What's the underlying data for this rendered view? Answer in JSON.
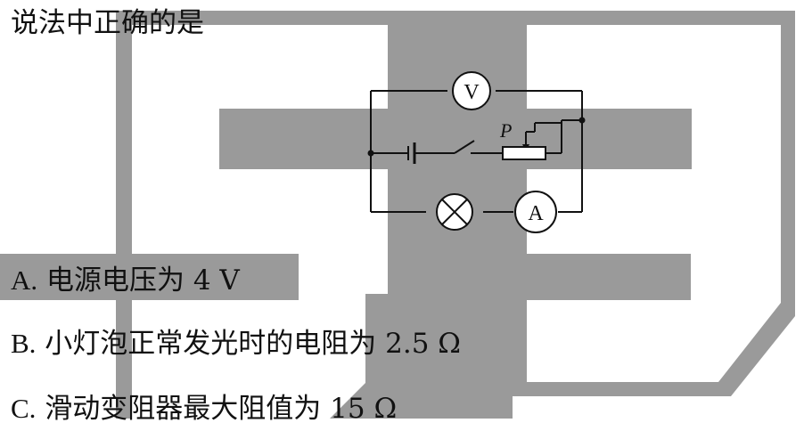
{
  "question": {
    "stem": "说法中正确的是"
  },
  "options": [
    {
      "letter": "A.",
      "text": "电源电压为 4 V"
    },
    {
      "letter": "B.",
      "text": "小灯泡正常发光时的电阻为 2.5 Ω"
    },
    {
      "letter": "C.",
      "text": "滑动变阻器最大阻值为 15 Ω"
    }
  ],
  "circuit": {
    "voltmeter_label": "V",
    "ammeter_label": "A",
    "slider_label": "P"
  },
  "watermark_color": "#9a9a9a"
}
